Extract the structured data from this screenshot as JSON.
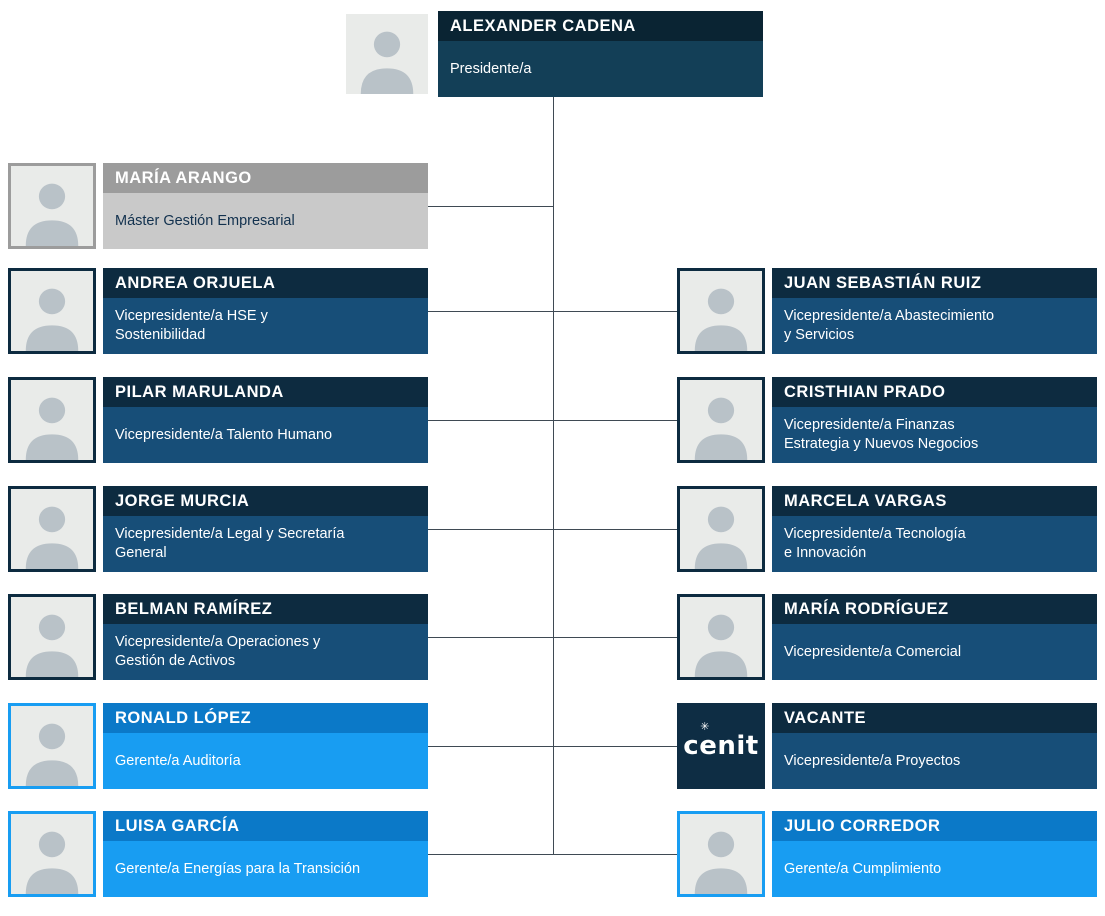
{
  "org": {
    "root": {
      "name": "ALEXANDER CADENA",
      "title": "Presidente/a"
    },
    "left": [
      {
        "name": "MARÍA ARANGO",
        "title": "Máster Gestión Empresarial"
      },
      {
        "name": "ANDREA ORJUELA",
        "title": "Vicepresidente/a HSE y\nSostenibilidad"
      },
      {
        "name": "PILAR MARULANDA",
        "title": "Vicepresidente/a Talento Humano"
      },
      {
        "name": "JORGE MURCIA",
        "title": "Vicepresidente/a Legal y Secretaría\nGeneral"
      },
      {
        "name": "BELMAN RAMÍREZ",
        "title": "Vicepresidente/a Operaciones y\nGestión de Activos"
      },
      {
        "name": "RONALD LÓPEZ",
        "title": "Gerente/a Auditoría"
      },
      {
        "name": "LUISA GARCÍA",
        "title": "Gerente/a Energías para la Transición"
      }
    ],
    "right": [
      {
        "name": "JUAN SEBASTIÁN RUIZ",
        "title": "Vicepresidente/a Abastecimiento\ny Servicios"
      },
      {
        "name": "CRISTHIAN PRADO",
        "title": "Vicepresidente/a Finanzas\nEstrategia y Nuevos Negocios"
      },
      {
        "name": "MARCELA VARGAS",
        "title": "Vicepresidente/a Tecnología\ne Innovación"
      },
      {
        "name": "MARÍA RODRÍGUEZ",
        "title": "Vicepresidente/a Comercial"
      },
      {
        "name": "VACANTE",
        "title": "Vicepresidente/a Proyectos"
      },
      {
        "name": "JULIO CORREDOR",
        "title": "Gerente/a Cumplimiento"
      }
    ]
  },
  "brand": {
    "logo_text": "cenit",
    "logo_star": "✳"
  },
  "palette": {
    "president-header": "#0a2433",
    "president-body": "#133f57",
    "dark-header": "#0d2b40",
    "dark-body": "#174e78",
    "gray-header": "#9c9c9c",
    "gray-body": "#c9c9c9",
    "gray-text": "#12314e",
    "blue-header": "#0b79c8",
    "blue-body": "#189df2",
    "photo-bg": "#e9ebe9",
    "silhouette": "#b9c2c8",
    "logo-bg": "#0e2d44",
    "connector": "#3f4a54"
  }
}
